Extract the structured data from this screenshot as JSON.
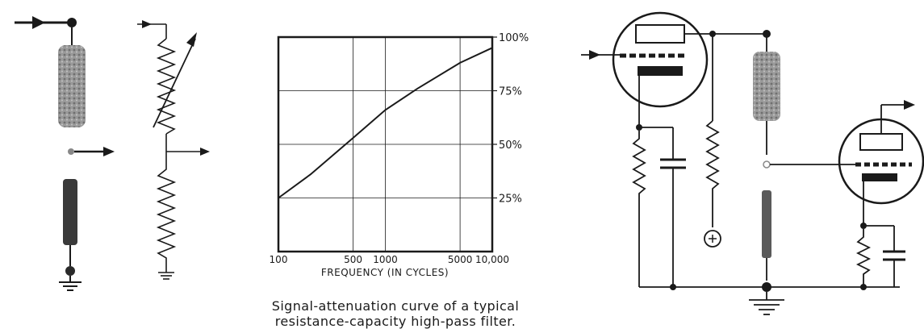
{
  "chart_data": {
    "type": "line",
    "x": [
      100,
      200,
      500,
      1000,
      2000,
      5000,
      10000
    ],
    "series": [
      {
        "values": [
          25,
          36,
          53,
          66,
          76,
          88,
          95
        ]
      }
    ],
    "x_tick_labels": [
      "100",
      "500",
      "1000",
      "5000",
      "10,000"
    ],
    "x_tick_values": [
      100,
      500,
      1000,
      5000,
      10000
    ],
    "y_tick_labels": [
      "100%",
      "75%",
      "50%",
      "25%"
    ],
    "y_tick_values": [
      100,
      75,
      50,
      25
    ],
    "xlabel": "FREQUENCY  (IN CYCLES)",
    "ylabel": "",
    "xlim": [
      100,
      10000
    ],
    "ylim": [
      0,
      100
    ],
    "x_scale": "log",
    "grid": true,
    "caption_line1": "Signal-attenuation curve of a typical",
    "caption_line2": "resistance-capacity  high-pass  filter."
  },
  "colors": {
    "ink": "#1a1a1a",
    "component": "#8a8a8a",
    "background": "#ffffff"
  }
}
